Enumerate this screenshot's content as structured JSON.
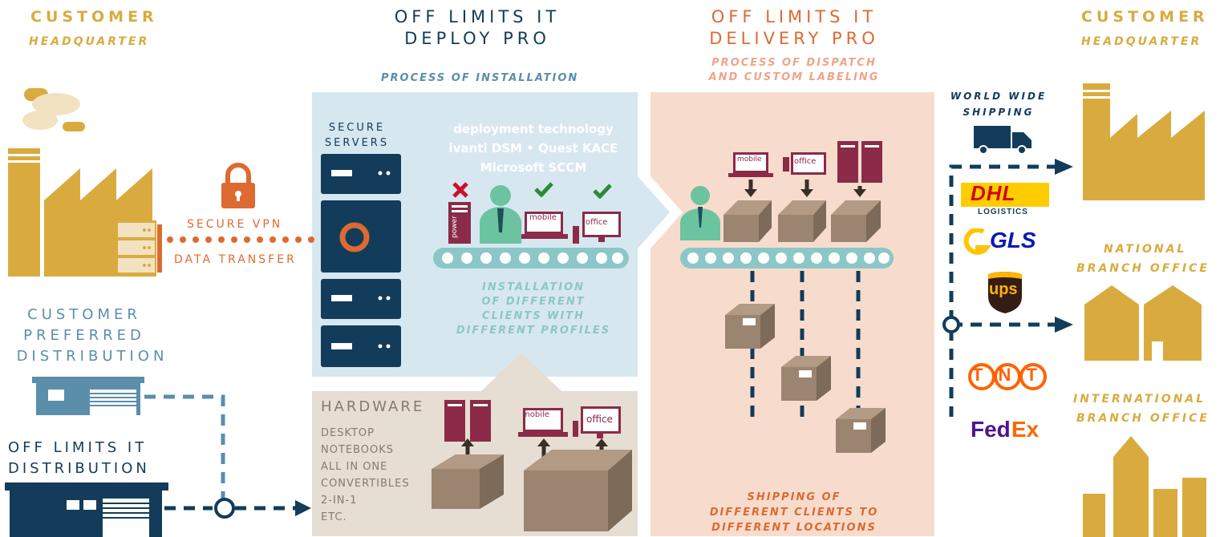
{
  "left": {
    "customer_title": "CUSTOMER",
    "customer_subtitle": "HEADQUARTER",
    "vpn_line1": "SECURE VPN",
    "vpn_line2": "DATA TRANSFER",
    "preferred": [
      "CUSTOMER",
      "PREFERRED",
      "DISTRIBUTION"
    ],
    "offlimits_dist": [
      "OFF LIMITS IT",
      "DISTRIBUTION"
    ]
  },
  "deploy": {
    "title": [
      "OFF LIMITS IT",
      "DEPLOY PRO"
    ],
    "subtitle": "PROCESS OF INSTALLATION",
    "servers_label": [
      "SECURE",
      "SERVERS"
    ],
    "technology": [
      "deployment technology",
      "ivanti DSM • Quest KACE",
      "Microsoft SCCM"
    ],
    "installation": [
      "INSTALLATION",
      "OF DIFFERENT",
      "CLIENTS WITH",
      "DIFFERENT PROFILES"
    ],
    "device_mobile": "mobile",
    "device_office": "office",
    "device_power": "power"
  },
  "hardware": {
    "title": "HARDWARE",
    "items": [
      "DESKTOP",
      "NOTEBOOKS",
      "ALL IN ONE",
      "CONVERTIBLES",
      "2-IN-1",
      "ETC."
    ]
  },
  "delivery": {
    "title": [
      "OFF LIMITS IT",
      "DELIVERY PRO"
    ],
    "subtitle": [
      "PROCESS OF DISPATCH",
      "AND CUSTOM LABELING"
    ],
    "shipping": [
      "SHIPPING OF",
      "DIFFERENT CLIENTS TO",
      "DIFFERENT LOCATIONS"
    ]
  },
  "right": {
    "customer_title": "CUSTOMER",
    "customer_subtitle": "HEADQUARTER",
    "worldwide": [
      "WORLD WIDE",
      "SHIPPING"
    ],
    "national": [
      "NATIONAL",
      "BRANCH OFFICE"
    ],
    "international": [
      "INTERNATIONAL",
      "BRANCH OFFICE"
    ],
    "logos": {
      "dhl": "DHL",
      "dhl_sub": "LOGISTICS",
      "gls": "GLS",
      "ups": "ups",
      "tnt": "TNT",
      "fedex_a": "Fed",
      "fedex_b": "Ex"
    }
  },
  "colors": {
    "gold": "#d9ab3f",
    "navy": "#123c5a",
    "orange": "#dd6a30",
    "blue_panel": "#d7e7f0",
    "peach_panel": "#f7dccd",
    "beige_panel": "#e6ddd3",
    "teal": "#8cc7c7",
    "maroon": "#8b2b48",
    "box": "#9b8470"
  }
}
